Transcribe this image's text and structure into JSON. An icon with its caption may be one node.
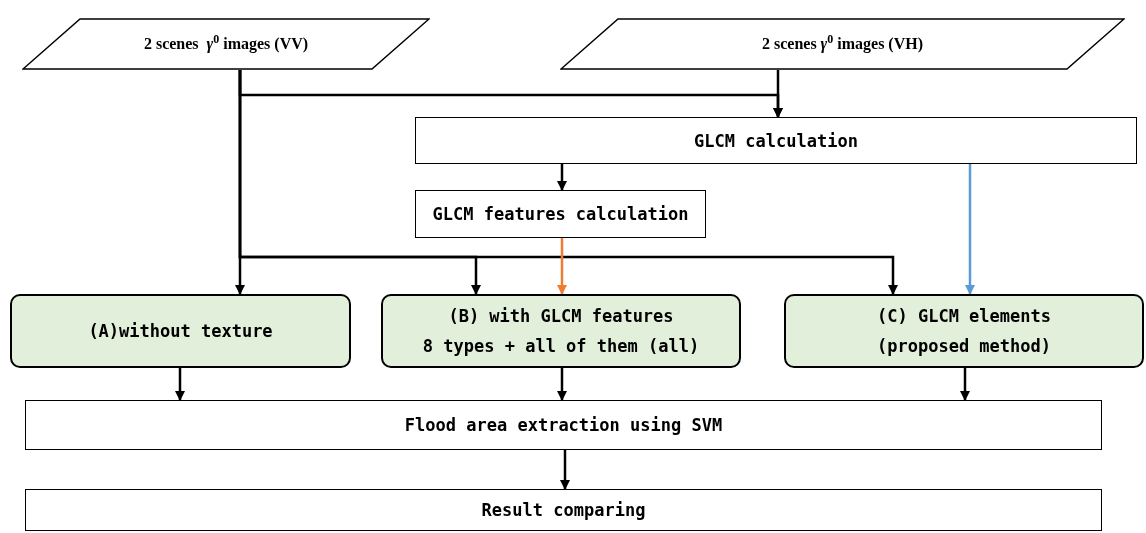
{
  "diagram": {
    "nodes": [
      {
        "text": [
          "2 scenes  *γ*$^{0}$ images (VV)"
        ]
      },
      {
        "text": [
          "2 scenes *γ*$^{0}$ images (VH)"
        ]
      },
      {
        "text": [
          "GLCM calculation"
        ]
      },
      {
        "text": [
          "GLCM features calculation"
        ]
      },
      {
        "text": [
          "(A)without texture"
        ]
      },
      {
        "text": [
          "(B) with GLCM features",
          "8 types + all of them (all)"
        ]
      },
      {
        "text": [
          "(C) GLCM elements",
          "(proposed method)"
        ]
      },
      {
        "text": [
          "Flood area extraction using SVM"
        ]
      },
      {
        "text": [
          "Result comparing"
        ]
      }
    ],
    "edges": [
      {
        "from": 0,
        "to": 2,
        "arrow": "to"
      },
      {
        "from": 1,
        "to": 2,
        "arrow": "to"
      },
      {
        "from": 2,
        "to": 3,
        "arrow": "to"
      },
      {
        "from": 0,
        "to": 4,
        "arrow": "to"
      },
      {
        "from": 0,
        "to": 5,
        "arrow": "to"
      },
      {
        "from": 0,
        "to": 6,
        "arrow": "to"
      },
      {
        "from": 3,
        "to": 5,
        "arrow": "to",
        "color": "#ed7d31"
      },
      {
        "from": 2,
        "to": 6,
        "arrow": "to",
        "color": "#5b9bd5"
      },
      {
        "from": 4,
        "to": 7,
        "arrow": "to"
      },
      {
        "from": 5,
        "to": 7,
        "arrow": "to"
      },
      {
        "from": 6,
        "to": 7,
        "arrow": "to"
      },
      {
        "from": 7,
        "to": 8,
        "arrow": "to"
      }
    ]
  }
}
